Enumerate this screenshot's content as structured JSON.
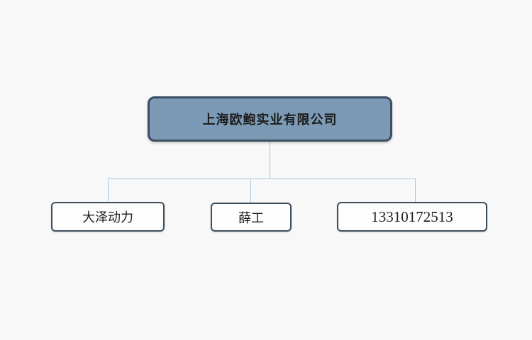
{
  "canvas": {
    "background_color": "#f8f8f8"
  },
  "chart_data": {
    "type": "org-chart",
    "root": {
      "label": "上海欧鲍实业有限公司",
      "fill_color": "#7c9ab6",
      "border_color": "#3c4f63",
      "text_color": "#ffffff"
    },
    "children": [
      {
        "label": "大泽动力"
      },
      {
        "label": "薛工"
      },
      {
        "label": "13310172513"
      }
    ],
    "child_fill_color": "#fdfdfd",
    "child_border_color": "#3e4e5e",
    "connector_color": "#a6c7dc",
    "layout": "root top-center, three children in a row below, connected by elbow lines"
  }
}
